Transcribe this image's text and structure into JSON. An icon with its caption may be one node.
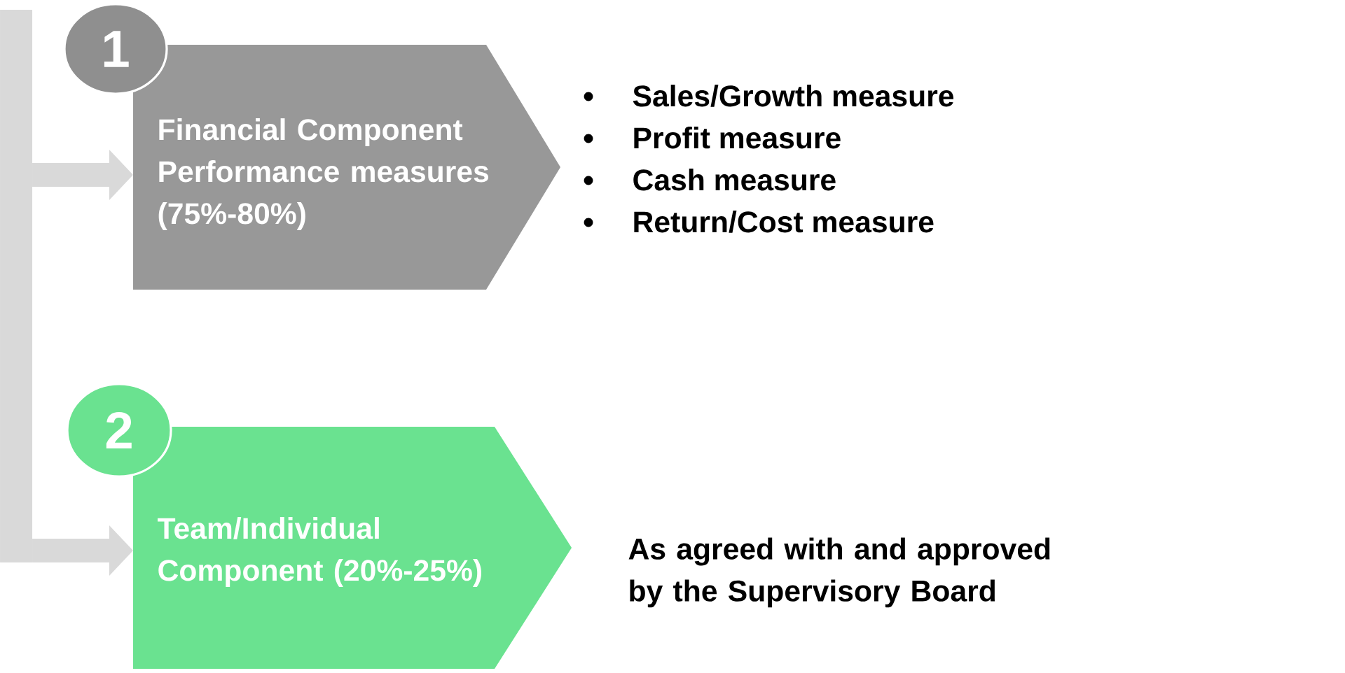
{
  "diagram": {
    "nodes": [
      {
        "text": [
          "1"
        ]
      },
      {
        "text": [
          "Financial Component Performance measures (75%-80%)"
        ]
      },
      {
        "text": [
          "2"
        ]
      },
      {
        "text": [
          "Team/Individual Component (20%-25%)"
        ]
      }
    ],
    "edges": [
      {
        "from": null,
        "to": 1,
        "arrow": "to"
      },
      {
        "from": null,
        "to": 3,
        "arrow": "to"
      }
    ],
    "labels": [
      "Sales/Growth measure",
      "Profit measure",
      "Cash measure",
      "Return/Cost measure",
      "As agreed with and approved by the Supervisory Board"
    ]
  }
}
